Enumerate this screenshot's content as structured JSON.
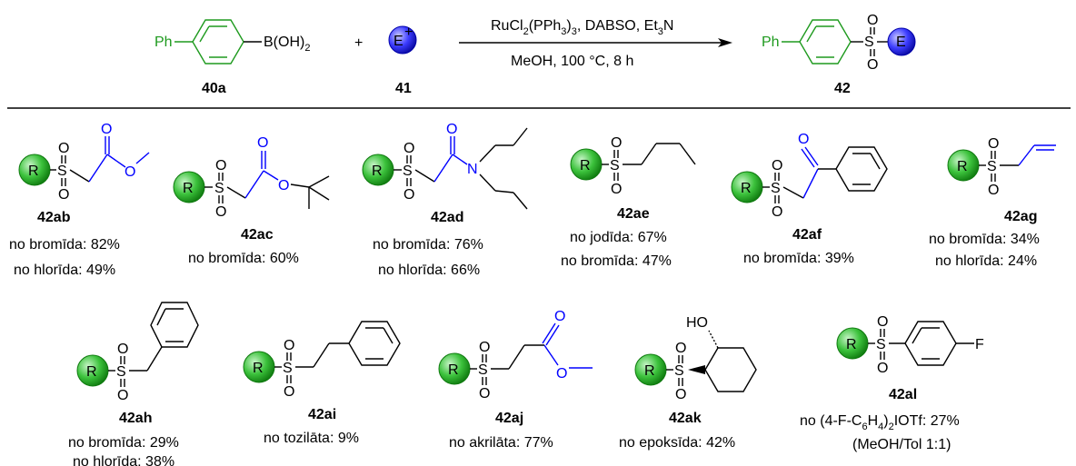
{
  "reaction": {
    "reactant_a_prefix": "Ph",
    "reactant_a_group": "B(OH)",
    "reactant_a_group_sub": "2",
    "plus": "+",
    "electrophile_label": "E",
    "electrophile_charge": "+",
    "conditions_line1": {
      "p1": "RuCl",
      "s1": "2",
      "p2": "(PPh",
      "s2": "3",
      "p3": ")",
      "s3": "3",
      "p4": ", DABSO, Et",
      "s4": "3",
      "p5": "N"
    },
    "conditions_line2": "MeOH, 100 °C, 8 h",
    "product_prefix": "Ph",
    "product_S": "S",
    "product_E": "E",
    "oxygen": "O",
    "label_a": "40a",
    "label_e": "41",
    "label_p": "42"
  },
  "atoms": {
    "R": "R",
    "S": "S",
    "O": "O",
    "N": "N",
    "F": "F",
    "HO": "HO"
  },
  "products": [
    {
      "id": "42ab",
      "lines": [
        "no bromīda: 82%",
        "no hlorīda: 49%"
      ]
    },
    {
      "id": "42ac",
      "lines": [
        "no bromīda: 60%"
      ]
    },
    {
      "id": "42ad",
      "lines": [
        "no bromīda: 76%",
        "no hlorīda: 66%"
      ]
    },
    {
      "id": "42ae",
      "lines": [
        "no jodīda: 67%",
        "no bromīda: 47%"
      ]
    },
    {
      "id": "42af",
      "lines": [
        "no bromīda: 39%"
      ]
    },
    {
      "id": "42ag",
      "lines": [
        "no bromīda: 34%",
        "no hlorīda: 24%"
      ]
    },
    {
      "id": "42ah",
      "lines": [
        "no bromīda: 29%",
        "no hlorīda: 38%"
      ]
    },
    {
      "id": "42ai",
      "lines": [
        "no tozilāta: 9%"
      ]
    },
    {
      "id": "42aj",
      "lines": [
        "no akrilāta: 77%"
      ]
    },
    {
      "id": "42ak",
      "lines": [
        "no epoksīda: 42%"
      ]
    },
    {
      "id": "42al",
      "lines": [
        "no (4-F-C",
        "6",
        "H",
        "4",
        ")",
        "2",
        "IOTf: 27%",
        "(MeOH/Tol 1:1)"
      ]
    }
  ],
  "colors": {
    "green": "#1e9a1e",
    "blue": "#0000ff",
    "bead_green": "#2fb02f",
    "bead_blue": "#2a2aff"
  }
}
